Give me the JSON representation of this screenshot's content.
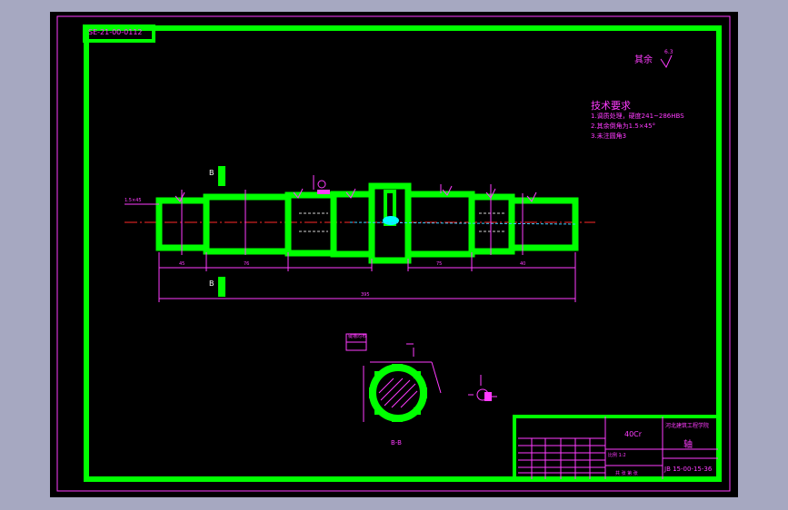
{
  "drawing": {
    "code_box": "SE-21-00-0112",
    "roughness_prefix": "其余",
    "roughness_value": "6.3",
    "tech_title": "技术要求",
    "tech_items": [
      "1.调质处理，硬度241~286HBS",
      "2.其余倒角为1.5×45°",
      "3.未注圆角3"
    ],
    "section_marker": "B",
    "section_label": "B-B",
    "left_annotation": "1.5×45",
    "dim_total": "395",
    "dim_left_1": "45",
    "dim_left_2": "76",
    "dim_right_1": "75",
    "dim_right_2": "40",
    "note_keyway": "键槽均布",
    "colors": {
      "background": "#000000",
      "frame": "#00ff00",
      "annotation": "#ff3cff",
      "centerline": "#ff2a2a",
      "window": "#a6a8c1"
    }
  },
  "title_block": {
    "material": "40Cr",
    "school": "河北建筑工程学院",
    "part_name": "轴",
    "drawing_no": "JB 15-00-15-36",
    "scale_label": "比例 1:2",
    "sheet_label": "共 张 第 张"
  }
}
